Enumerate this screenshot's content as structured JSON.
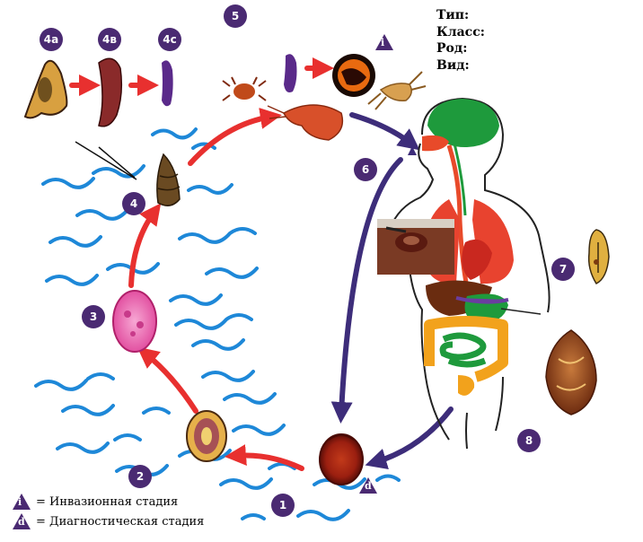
{
  "stages": {
    "s1": "1",
    "s2": "2",
    "s3": "3",
    "s4": "4",
    "s4a": "4a",
    "s4v": "4в",
    "s4c": "4c",
    "s5": "5",
    "s6": "6",
    "s7": "7",
    "s8": "8"
  },
  "taxonomy": {
    "type": "Тип:",
    "class": "Класс:",
    "genus": "Род:",
    "species": "Вид:"
  },
  "markers": {
    "infective_symbol": "i",
    "diagnostic_symbol": "d"
  },
  "legend": {
    "infective": "= Инвазионная стадия",
    "diagnostic": "= Диагностическая стадия"
  },
  "colors": {
    "red_arrow": "#e8302f",
    "purple_arrow": "#3d2d7a",
    "badge": "#4a2a72",
    "water": "#1e88d8"
  }
}
